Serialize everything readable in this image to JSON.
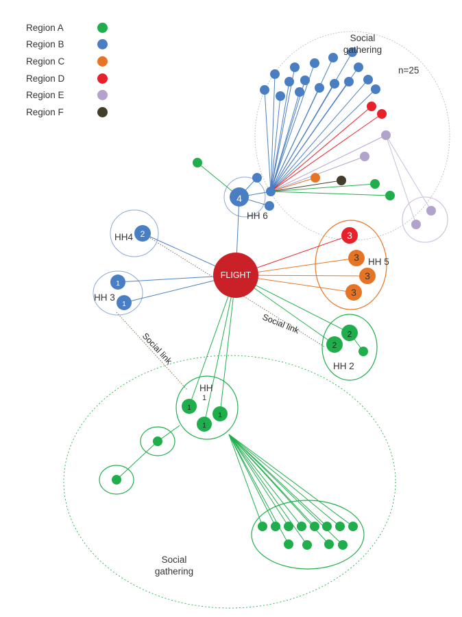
{
  "legend": {
    "items": [
      {
        "label": "Region A",
        "color": "#1fae4b"
      },
      {
        "label": "Region B",
        "color": "#4a7ec2"
      },
      {
        "label": "Region C",
        "color": "#e57525"
      },
      {
        "label": "Region D",
        "color": "#e8202a"
      },
      {
        "label": "Region E",
        "color": "#b3a3cc"
      },
      {
        "label": "Region F",
        "color": "#433d2b"
      }
    ]
  },
  "center": {
    "label": "FLIGHT",
    "color": "#c92127"
  },
  "labels": {
    "social_gathering_top_1": "Social",
    "social_gathering_top_2": "gathering",
    "n_count": "n=25",
    "social_gathering_bottom_1": "Social",
    "social_gathering_bottom_2": "gathering",
    "social_link_1": "Social link",
    "social_link_2": "Social link",
    "hh1_a": "HH",
    "hh1_b": "1",
    "hh2": "HH 2",
    "hh3": "HH 3",
    "hh4": "HH4",
    "hh5": "HH 5",
    "hh6": "HH 6"
  },
  "node_numbers": {
    "hh6": "4",
    "hh4": "2",
    "hh3_a": "1",
    "hh3_b": "1",
    "hh5_a": "3",
    "hh5_b": "3",
    "hh5_c": "3",
    "hh5_d": "3",
    "hh2_a": "2",
    "hh2_b": "2",
    "hh1_a": "1",
    "hh1_b": "1",
    "hh1_c": "1"
  }
}
